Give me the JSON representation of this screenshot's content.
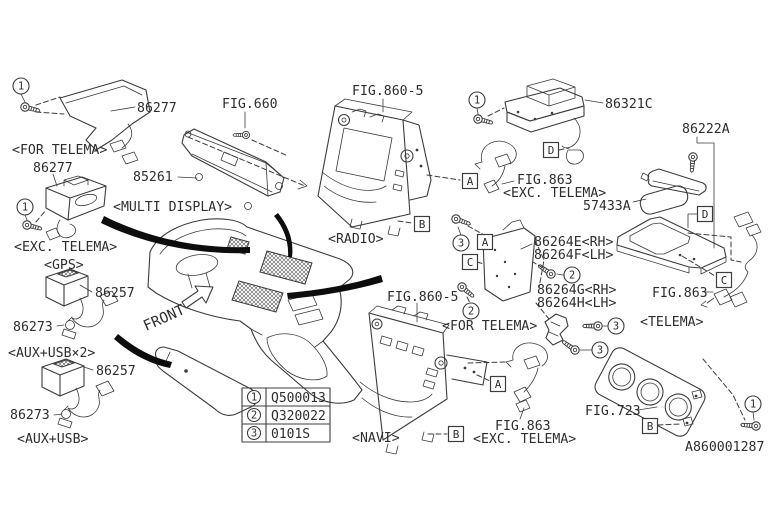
{
  "colors": {
    "ink": "#3c3c3c",
    "text": "#2e2e2e",
    "swoosh": "#0d0d0d",
    "bg": "#ffffff"
  },
  "front_label": "FRONT",
  "diagram_id": "A860001287",
  "legend": {
    "rows": [
      {
        "num": "1",
        "code": "Q500013"
      },
      {
        "num": "2",
        "code": "Q320022"
      },
      {
        "num": "3",
        "code": "0101S"
      }
    ]
  },
  "labels": {
    "p86277_top": "86277",
    "for_telema_left": "<FOR TELEMA>",
    "p86277_left": "86277",
    "exc_telema_left": "<EXC. TELEMA>",
    "gps": "<GPS>",
    "p86257_gps": "86257",
    "p86273_gps": "86273",
    "aux_usb_x2": "<AUX+USB×2>",
    "p86257_usb": "86257",
    "p86273_usb": "86273",
    "aux_usb": "<AUX+USB>",
    "fig660": "FIG.660",
    "p85261": "85261",
    "multi_display": "<MULTI DISPLAY>",
    "fig860_radio": "FIG.860-5",
    "radio": "<RADIO>",
    "p86321c": "86321C",
    "p86222a": "86222A",
    "fig863_top": "FIG.863",
    "exc_telema_top": "<EXC. TELEMA>",
    "p57433a": "57433A",
    "p86264e": "86264E<RH>",
    "p86264f": "86264F<LH>",
    "p86264g": "86264G<RH>",
    "p86264h": "86264H<LH>",
    "fig863_right": "FIG.863",
    "telema": "<TELEMA>",
    "fig860_navi": "FIG.860-5",
    "for_telema_right": "<FOR TELEMA>",
    "navi": "<NAVI>",
    "fig863_bottom": "FIG.863",
    "exc_telema_bottom": "<EXC. TELEMA>",
    "fig723": "FIG.723"
  },
  "callouts": {
    "a": "A",
    "b": "B",
    "c": "C",
    "d": "D"
  },
  "circled": {
    "one": "1",
    "two": "2",
    "three": "3"
  }
}
